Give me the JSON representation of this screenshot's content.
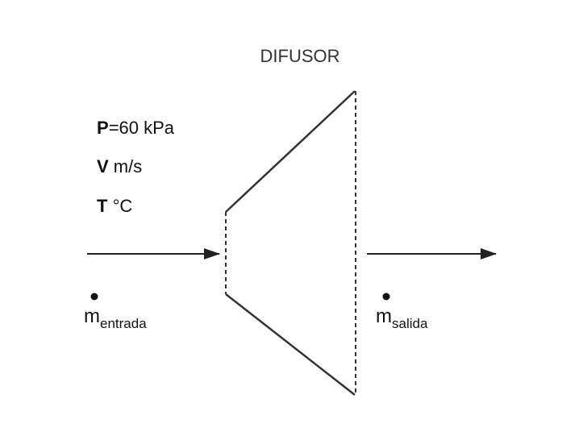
{
  "title": "DIFUSOR",
  "inlet_conditions": {
    "pressure": {
      "symbol": "P",
      "value": "=60 kPa"
    },
    "velocity": {
      "symbol": "V",
      "value": " m/s"
    },
    "temperature": {
      "symbol": "T",
      "value": " °C"
    }
  },
  "inlet_flow": {
    "symbol": "m",
    "subscript": "entrada"
  },
  "outlet_flow": {
    "symbol": "m",
    "subscript": "salida"
  },
  "colors": {
    "line": "#333333",
    "text": "#111111",
    "title": "#333333"
  }
}
